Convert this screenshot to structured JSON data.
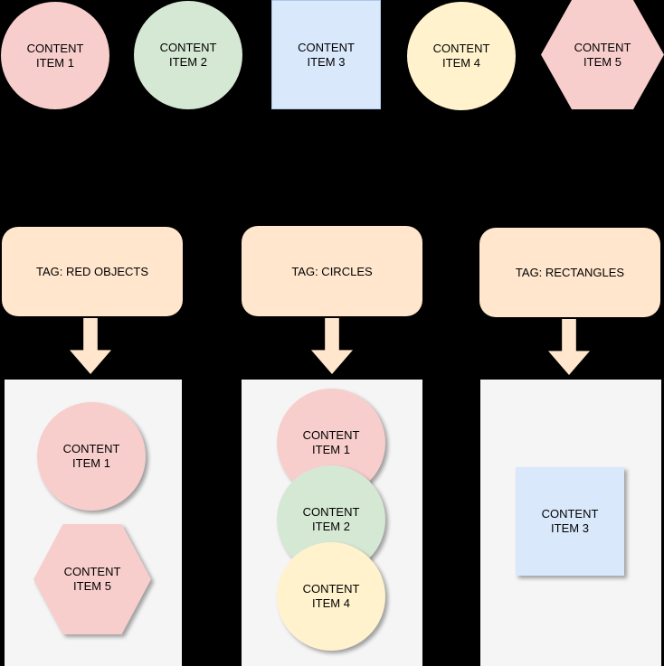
{
  "colors": {
    "background": "#000000",
    "pink_fill": "#f8cecc",
    "green_fill": "#d5e8d4",
    "blue_fill": "#dae8fc",
    "yellow_fill": "#fff2cc",
    "tag_fill": "#ffe6cc",
    "group_fill": "#f5f5f5",
    "text": "#000000"
  },
  "items": [
    {
      "label": "CONTENT ITEM 1",
      "shape": "circle",
      "color": "#f8cecc"
    },
    {
      "label": "CONTENT ITEM 2",
      "shape": "circle",
      "color": "#d5e8d4"
    },
    {
      "label": "CONTENT ITEM 3",
      "shape": "square",
      "color": "#dae8fc"
    },
    {
      "label": "CONTENT ITEM 4",
      "shape": "circle",
      "color": "#fff2cc"
    },
    {
      "label": "CONTENT ITEM 5",
      "shape": "hexagon",
      "color": "#f8cecc"
    }
  ],
  "tags": [
    {
      "label": "TAG: RED OBJECTS"
    },
    {
      "label": "TAG: CIRCLES"
    },
    {
      "label": "TAG: RECTANGLES"
    }
  ],
  "groups": [
    {
      "tag": "TAG: RED OBJECTS",
      "members": [
        {
          "label": "CONTENT ITEM 1",
          "shape": "circle",
          "color": "#f8cecc"
        },
        {
          "label": "CONTENT ITEM 5",
          "shape": "hexagon",
          "color": "#f8cecc"
        }
      ]
    },
    {
      "tag": "TAG: CIRCLES",
      "members": [
        {
          "label": "CONTENT ITEM 1",
          "shape": "circle",
          "color": "#f8cecc"
        },
        {
          "label": "CONTENT ITEM 2",
          "shape": "circle",
          "color": "#d5e8d4"
        },
        {
          "label": "CONTENT ITEM 4",
          "shape": "circle",
          "color": "#fff2cc"
        }
      ]
    },
    {
      "tag": "TAG: RECTANGLES",
      "members": [
        {
          "label": "CONTENT ITEM 3",
          "shape": "square",
          "color": "#dae8fc"
        }
      ]
    }
  ]
}
